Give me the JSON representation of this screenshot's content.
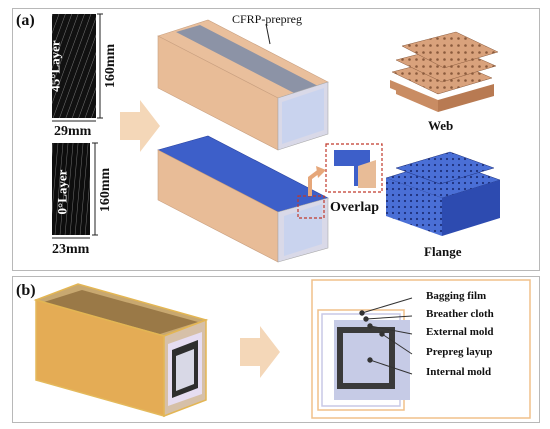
{
  "panel_a": {
    "label": "(a)",
    "sample_top": {
      "layer_label": "45°Layer",
      "height": "160mm",
      "width": "29mm"
    },
    "sample_bottom": {
      "layer_label": "0°Layer",
      "height": "160mm",
      "width": "23mm"
    },
    "cfrp_label": "CFRP-prepreg",
    "overlap_label": "Overlap",
    "web_label": "Web",
    "flange_label": "Flange"
  },
  "panel_b": {
    "label": "(b)",
    "legend": [
      "Bagging film",
      "Breather cloth",
      "External mold",
      "Prepreg layup",
      "Internal mold"
    ]
  },
  "colors": {
    "beam_face": "#e9bf9c",
    "prepreg_strip": "#8c93a6",
    "flange_blue": "#3d5fc9",
    "arrow": "#f4d7b8",
    "bag_orange": "#e3a84c",
    "red_dashed": "#c0392b"
  }
}
